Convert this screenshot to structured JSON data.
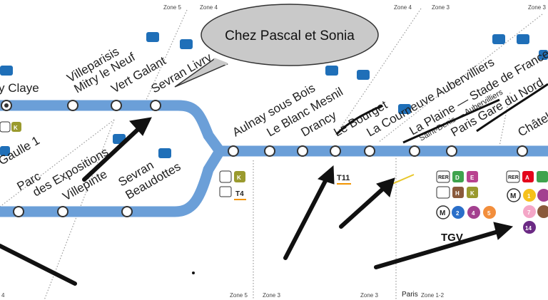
{
  "colors": {
    "line": "#6b9fd8",
    "station_fill": "#ffffff",
    "station_stroke": "#333333",
    "access_icon": "#1f6fb8",
    "arrow": "#111111",
    "rer": "#333333",
    "metro": "#333333",
    "line_D": "#3fa34d",
    "line_E": "#b9438f",
    "line_H": "#8a5a3b",
    "line_K": "#9a9a2e",
    "line_A": "#e3051b",
    "metro_2": "#2a6fc9",
    "metro_4": "#a3408f",
    "metro_5": "#f28e3c",
    "metro_1": "#f6c11b",
    "metro_7": "#f4a6c7",
    "metro_14": "#6b2a84",
    "tram": "#f29400",
    "bubble_fill": "#c9c9c9"
  },
  "bubble": {
    "text": "Chez Pascal et Sonia"
  },
  "stations": {
    "claye": "y Claye",
    "villeparisis": "Villeparisis",
    "mitry": "Mitry le Neuf",
    "vert_galant": "Vert Galant",
    "sevran_livry": "Sevran Livry",
    "gaulle": "Gaulle 1",
    "parc_1": "Parc",
    "parc_2": "des Expositions",
    "villepinte": "Villepinte",
    "sevran_b_1": "Sevran",
    "sevran_b_2": "Beaudottes",
    "aulnay": "Aulnay sous Bois",
    "blanc_mesnil": "Le Blanc Mesnil",
    "drancy": "Drancy",
    "bourget": "Le Bourget",
    "courneuve": "La Courneuve Aubervilliers",
    "plaine_1": "La Plaine — Stade de France",
    "plaine_2": "Saint-Denis — Aubervilliers",
    "gare_nord": "Paris Gare du Nord",
    "chatelet": "Châtel"
  },
  "zones": {
    "z5_top": "Zone 5",
    "z4_top": "Zone 4",
    "z4_top_2": "Zone 4",
    "z3_top": "Zone 3",
    "z3_top_2": "Zone 3",
    "z5_bottom": "Zone 5",
    "z3_bottom": "Zone 3",
    "z3_bottom_2": "Zone 3",
    "paris": "Paris",
    "z12": "Zone 1-2",
    "z4_left": "4"
  },
  "badges": {
    "rer": "RER",
    "metro": "M",
    "D": "D",
    "E": "E",
    "H": "H",
    "K": "K",
    "A": "A",
    "m2": "2",
    "m4": "4",
    "m5": "5",
    "m1": "1",
    "m7": "7",
    "m14": "14",
    "t4": "T4",
    "t11": "T11",
    "tgv": "TGV"
  }
}
